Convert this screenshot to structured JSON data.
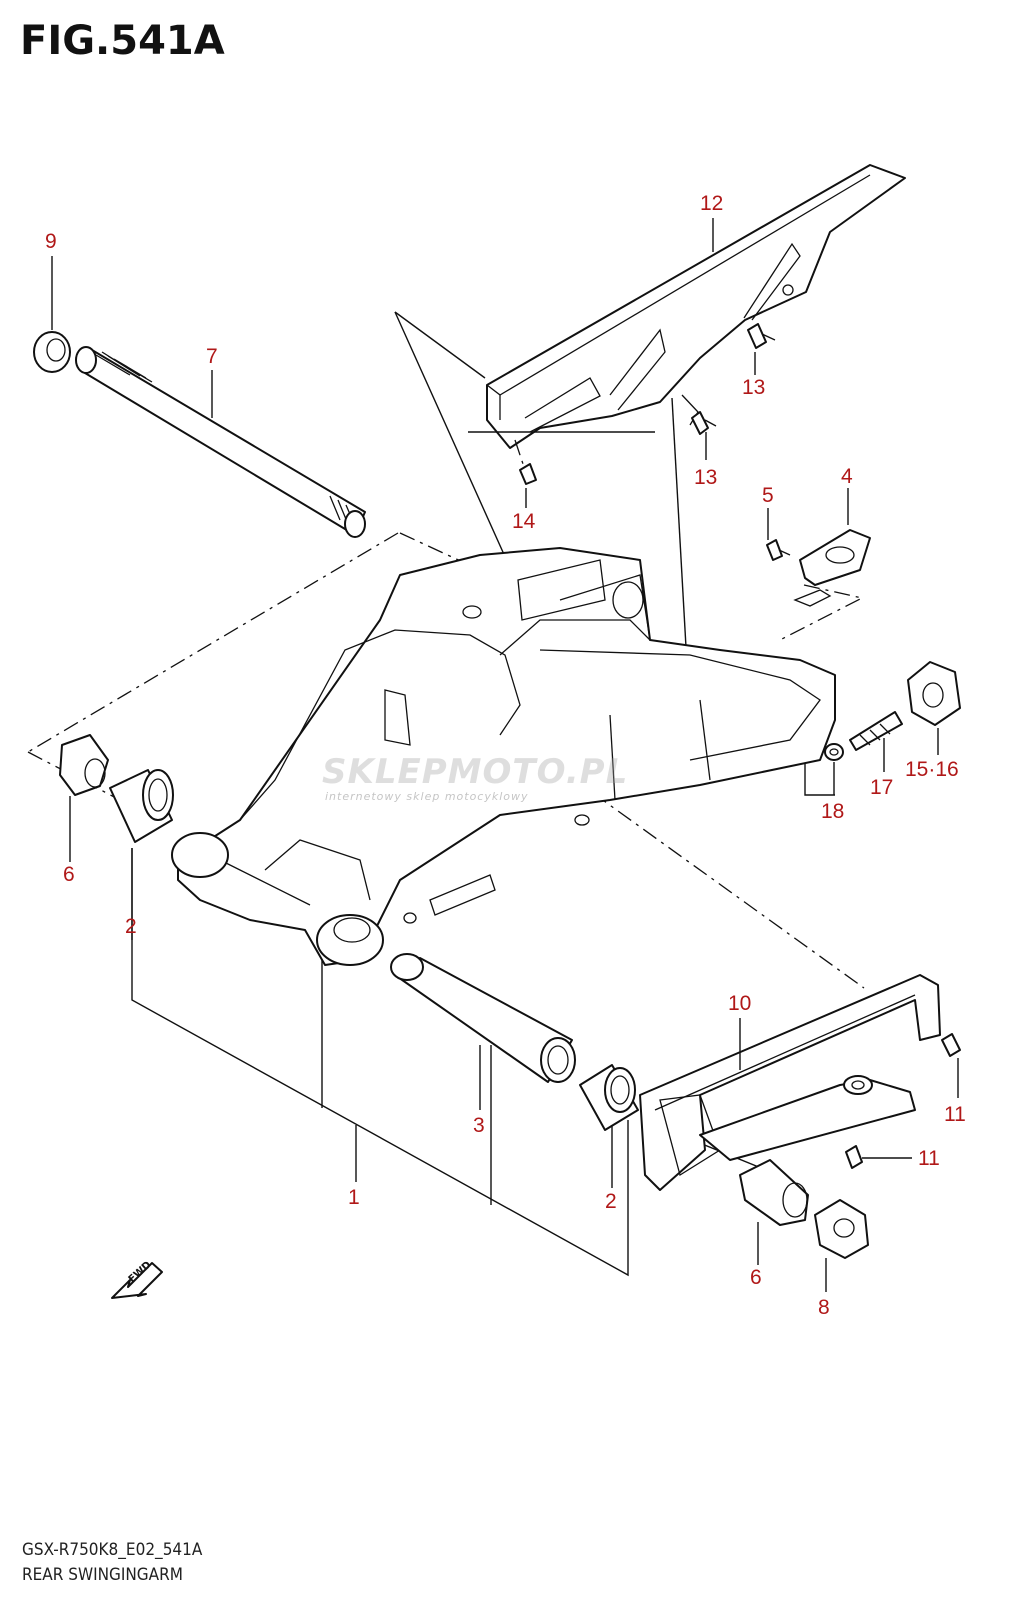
{
  "figure": {
    "title": "FIG.541A",
    "model_code": "GSX-R750K8_E02_541A",
    "name": "REAR SWINGINGARM",
    "watermark": "SKLEPMOTO.PL",
    "watermark_sub": "internetowy sklep motocyklowy",
    "fwd_label": "FWD"
  },
  "colors": {
    "callout": "#b01818",
    "line": "#111111",
    "background": "#ffffff"
  },
  "callouts": [
    {
      "id": "c12",
      "label": "12"
    },
    {
      "id": "c9",
      "label": "9"
    },
    {
      "id": "c7",
      "label": "7"
    },
    {
      "id": "c13a",
      "label": "13"
    },
    {
      "id": "c13b",
      "label": "13"
    },
    {
      "id": "c14",
      "label": "14"
    },
    {
      "id": "c5",
      "label": "5"
    },
    {
      "id": "c4",
      "label": "4"
    },
    {
      "id": "c1516",
      "label": "15·16"
    },
    {
      "id": "c17",
      "label": "17"
    },
    {
      "id": "c18",
      "label": "18"
    },
    {
      "id": "c6a",
      "label": "6"
    },
    {
      "id": "c2a",
      "label": "2"
    },
    {
      "id": "c10",
      "label": "10"
    },
    {
      "id": "c11a",
      "label": "11"
    },
    {
      "id": "c11b",
      "label": "11"
    },
    {
      "id": "c3",
      "label": "3"
    },
    {
      "id": "c1",
      "label": "1"
    },
    {
      "id": "c2b",
      "label": "2"
    },
    {
      "id": "c6b",
      "label": "6"
    },
    {
      "id": "c8",
      "label": "8"
    }
  ]
}
